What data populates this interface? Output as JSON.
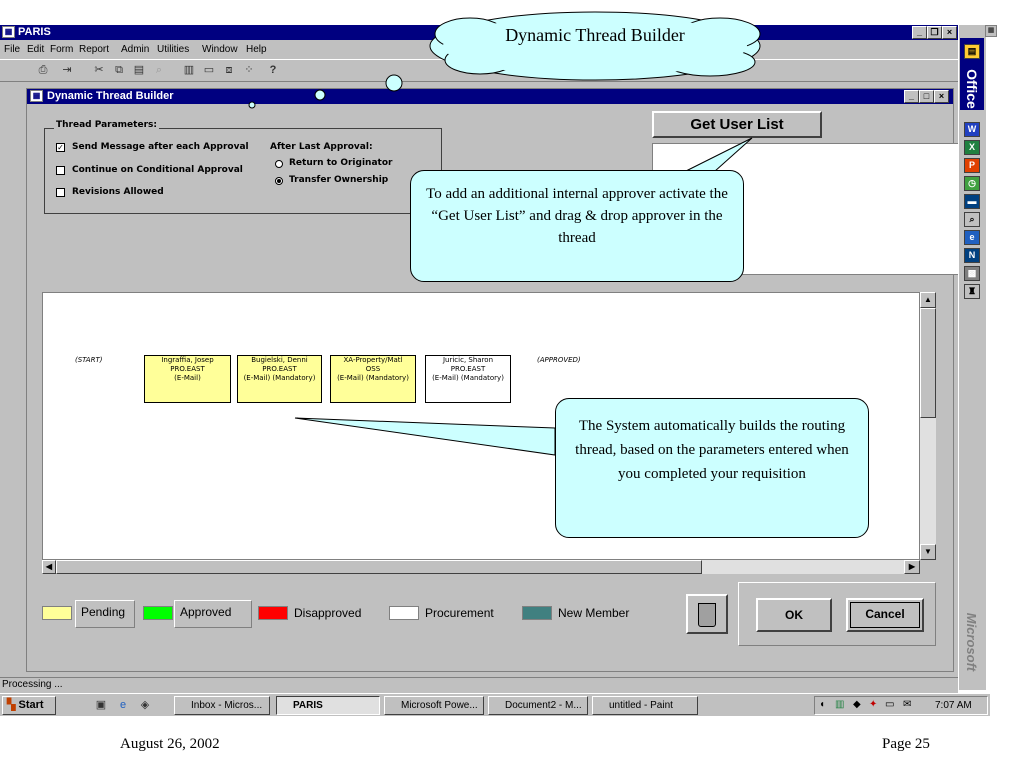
{
  "app": {
    "title": "PARIS"
  },
  "menu": [
    "File",
    "Edit",
    "Form",
    "Report",
    "Admin",
    "Utilities",
    "Window",
    "Help"
  ],
  "dialog": {
    "title": "Dynamic Thread Builder"
  },
  "thread_params": {
    "legend": "Thread Parameters:",
    "send_message": "Send Message after each Approval",
    "continue_conditional": "Continue on Conditional Approval",
    "revisions_allowed": "Revisions Allowed",
    "after_last_label": "After Last Approval:",
    "return_originator": "Return to Originator",
    "transfer_ownership": "Transfer Ownership"
  },
  "get_user_list": "Get User List",
  "thread": {
    "start": "(START)",
    "approved": "(APPROVED)",
    "nodes": [
      {
        "l1": "Ingraffia, Josep",
        "l2": "PRO.EAST",
        "l3": "(E-Mail)",
        "color": "#ffff99"
      },
      {
        "l1": "Bugielski, Denni",
        "l2": "PRO.EAST",
        "l3": "(E-Mail) (Mandatory)",
        "color": "#ffff99"
      },
      {
        "l1": "XA-Property/Matl",
        "l2": "OSS",
        "l3": "(E-Mail) (Mandatory)",
        "color": "#ffff99"
      },
      {
        "l1": "Juricic, Sharon",
        "l2": "PRO.EAST",
        "l3": "(E-Mail) (Mandatory)",
        "color": "#ffffff"
      }
    ]
  },
  "legend": {
    "pending": "Pending",
    "approved": "Approved",
    "disapproved": "Disapproved",
    "procurement": "Procurement",
    "new_member": "New Member",
    "colors": {
      "pending": "#ffff99",
      "approved": "#00ff00",
      "disapproved": "#ff0000",
      "procurement": "#ffffff",
      "new_member": "#408080"
    }
  },
  "buttons": {
    "ok": "OK",
    "cancel": "Cancel"
  },
  "status": "Processing ...",
  "taskbar": {
    "start": "Start",
    "items": [
      "Inbox - Micros...",
      "PARIS",
      "Microsoft Powe...",
      "Document2 - M...",
      "untitled - Paint"
    ],
    "clock": "7:07 AM"
  },
  "office_bar": {
    "title": "Office",
    "brand": "Microsoft"
  },
  "callouts": {
    "title": "Dynamic Thread Builder",
    "user_list": "To add an additional internal approver activate the “Get User List” and drag & drop approver in the thread",
    "routing": "The System automatically builds the routing thread, based on the parameters entered when you completed your  requisition"
  },
  "footer": {
    "date": "August 26, 2002",
    "page": "Page 25"
  }
}
